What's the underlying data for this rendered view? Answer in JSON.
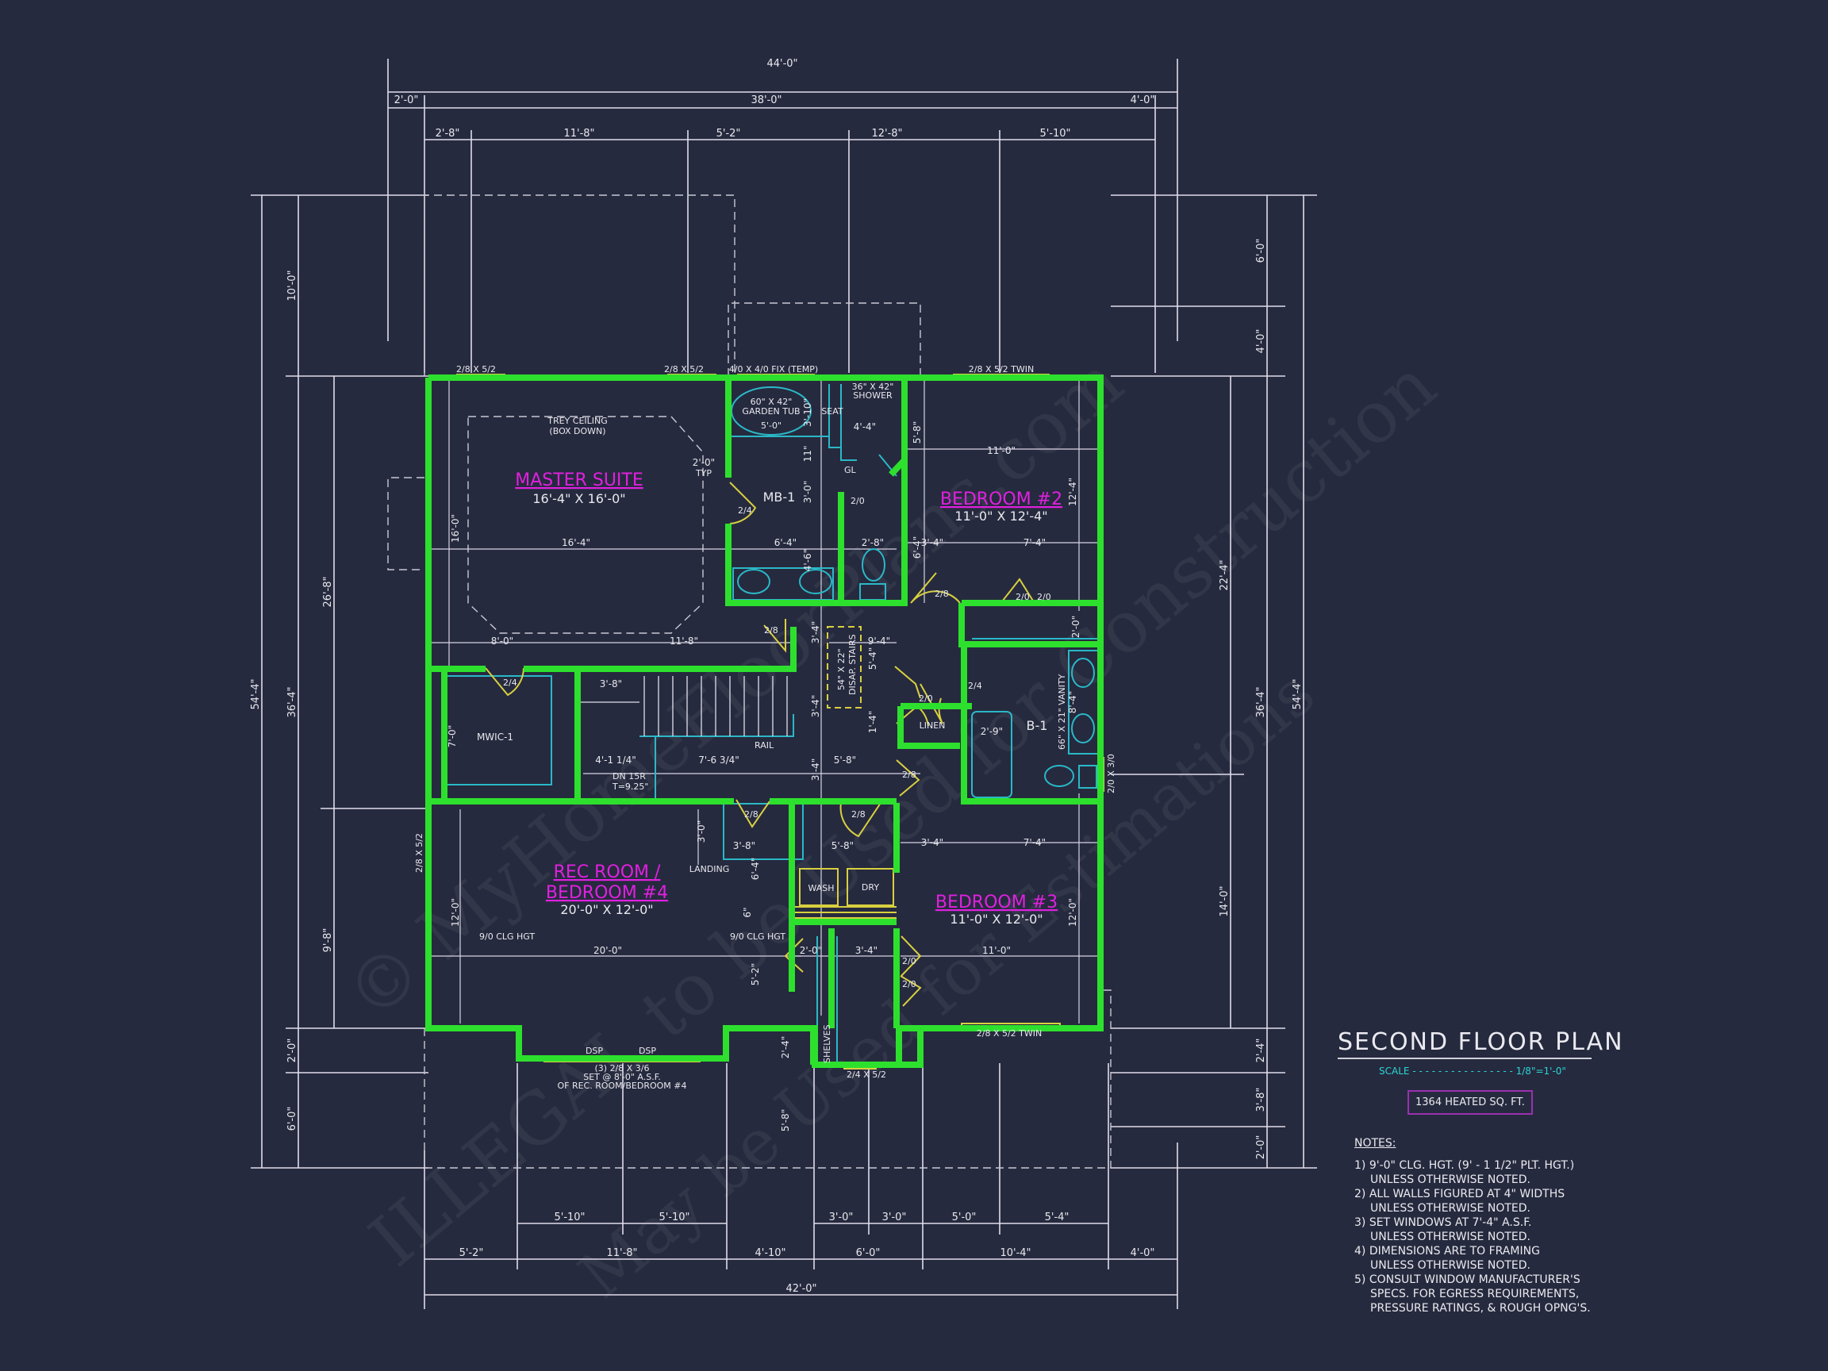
{
  "title_block": {
    "plan_title": "SECOND FLOOR PLAN",
    "scale_label": "SCALE",
    "scale_value": "1/8\"=1'-0\"",
    "heated_sqft": "1364 HEATED SQ. FT."
  },
  "notes": {
    "title": "NOTES:",
    "items": [
      {
        "line1": "1) 9'-0\"  CLG. HGT. (9' - 1 1/2\" PLT. HGT.)",
        "line2": "UNLESS OTHERWISE NOTED."
      },
      {
        "line1": "2) ALL  WALLS FIGURED AT 4\" WIDTHS",
        "line2": "UNLESS OTHERWISE NOTED."
      },
      {
        "line1": "3) SET WINDOWS AT 7'-4\" A.S.F.",
        "line2": "UNLESS OTHERWISE NOTED."
      },
      {
        "line1": "4) DIMENSIONS ARE TO FRAMING",
        "line2": "UNLESS OTHERWISE NOTED."
      },
      {
        "line1": "5) CONSULT WINDOW MANUFACTURER'S",
        "line2": "SPECS. FOR EGRESS REQUIREMENTS,",
        "line3": "PRESSURE RATINGS, & ROUGH OPNG'S."
      }
    ]
  },
  "rooms": {
    "master_suite": {
      "name": "MASTER SUITE",
      "size": "16'-4\" X 16'-0\""
    },
    "bedroom2": {
      "name": "BEDROOM #2",
      "size": "11'-0\" X 12'-4\""
    },
    "bedroom3": {
      "name": "BEDROOM #3",
      "size": "11'-0\" X 12'-0\""
    },
    "rec_room": {
      "name1": "REC ROOM /",
      "name2": "BEDROOM #4",
      "size": "20'-0\" X 12'-0\""
    },
    "mb1": "MB-1",
    "b1": "B-1",
    "mwic1": "MWIC-1",
    "linen": "LINEN",
    "wash": "WASH",
    "dry": "DRY",
    "shelves": "SHELVES",
    "landing": "LANDING",
    "rail": "RAIL"
  },
  "fixtures": {
    "trey_ceiling_1": "TREY CEILING",
    "trey_ceiling_2": "(BOX DOWN)",
    "tub_1": "60\" X 42\"",
    "tub_2": "GARDEN TUB",
    "tub_3": "5'-0\"",
    "shower_1": "36\" X 42\"",
    "shower_2": "SHOWER",
    "seat": "SEAT",
    "vanity": "66\" X 21\" VANITY",
    "disap_stairs_1": "54\" X 22\"",
    "disap_stairs_2": "DISAP. STAIRS",
    "dn_stairs_1": "DN 15R",
    "dn_stairs_2": "T=9.25\"",
    "clg_hgt": "9/0 CLG HGT",
    "typ": "TYP",
    "gl": "GL",
    "dsp": "DSP",
    "rec_window_1": "(3) 2/8 X 3/6",
    "rec_window_2": "SET @ 8'-0\" A.S.F.",
    "rec_window_3": "OF REC. ROOM/BEDROOM #4"
  },
  "windows": {
    "w1": "2/8 X 5/2",
    "w2": "2/8 X 5/2",
    "w3": "4/0 X 4/0 FIX (TEMP)",
    "w4": "2/8 X 5/2 TWIN",
    "w5": "2/8 X 5/2",
    "w6": "2/0 X 3/0",
    "w7": "2/8 X 5/2 TWIN",
    "w8": "2/4 X 5/2"
  },
  "doors": {
    "d24a": "2/4",
    "d24b": "2/4",
    "d24c": "2/4",
    "d20a": "2/0",
    "d20b": "2/0",
    "d20c": "2/0",
    "d20d": "2/0",
    "d20e": "2/0",
    "d20f": "2/0",
    "d28a": "2/8",
    "d28b": "2/8",
    "d28c": "2/8",
    "d28d": "2/8",
    "d28e": "2/8"
  },
  "dimensions": {
    "top_overall": "44'-0\"",
    "top_row2": [
      "2'-0\"",
      "38'-0\"",
      "4'-0\""
    ],
    "top_row3": [
      "2'-8\"",
      "11'-8\"",
      "5'-2\"",
      "12'-8\"",
      "5'-10\""
    ],
    "bottom_overall": "42'-0\"",
    "bottom_row2": [
      "5'-2\"",
      "11'-8\"",
      "4'-10\"",
      "6'-0\"",
      "10'-4\"",
      "4'-0\""
    ],
    "bottom_row3": [
      "5'-10\"",
      "5'-10\"",
      "3'-0\"",
      "3'-0\"",
      "5'-0\"",
      "5'-4\""
    ],
    "left_overall": "54'-4\"",
    "left_row2": [
      "10'-0\"",
      "36'-4\"",
      "2'-0\"",
      "6'-0\""
    ],
    "left_row3": [
      "26'-8\"",
      "9'-8\""
    ],
    "right_overall": "54'-4\"",
    "right_row2": [
      "6'-0\"",
      "4'-0\"",
      "36'-4\"",
      "2'-4\"",
      "3'-8\"",
      "2'-0\""
    ],
    "right_row3": [
      "22'-4\"",
      "14'-0\""
    ],
    "interior": {
      "ms_w": "16'-4\"",
      "ms_h": "16'-0\"",
      "ms_typ": "2'-0\"",
      "mb_tub": "3'-10\"",
      "mb_11": "11\"",
      "mb_30": "3'-0\"",
      "mb_w": "6'-4\"",
      "mb_46": "4'-6\"",
      "mb_wc": "2'-8\"",
      "mb_sh": "4'-4\"",
      "b2_w": "11'-0\"",
      "b2_h": "12'-4\"",
      "b2_58": "5'-8\"",
      "b2_64": "6'-4\"",
      "b2_34": "3'-4\"",
      "b2_74": "7'-4\"",
      "b2_20": "2'-0\"",
      "h_80": "8'-0\"",
      "h_118": "11'-8\"",
      "h_34a": "3'-4\"",
      "h_94": "9'-4\"",
      "h_54": "5'-4\"",
      "h_34b": "3'-4\"",
      "h_14": "1'-4\"",
      "h_34c": "3'-4\"",
      "h_58": "5'-8\"",
      "st_38": "3'-8\"",
      "st_4114": "4'-1 1/4\"",
      "st_7634": "7'-6 3/4\"",
      "mw_70": "7'-0\"",
      "b1_29": "2'-9\"",
      "b1_84": "8'-4\"",
      "rr_w": "20'-0\"",
      "rr_h": "12'-0\"",
      "rr_30": "3'-0\"",
      "rr_38": "3'-8\"",
      "rr_64": "6'-4\"",
      "rr_6": "6\"",
      "rr_52": "5'-2\"",
      "ld_58": "5'-8\"",
      "ld_20": "2'-0\"",
      "ld_34": "3'-4\"",
      "b3_w": "11'-0\"",
      "b3_h": "12'-0\"",
      "b3_34": "3'-4\"",
      "b3_74": "7'-4\"",
      "ext_24": "2'-4\"",
      "ext_58": "5'-8\""
    }
  },
  "watermarks": [
    "© MyHomeFloorPlans.com",
    "ILLEGAL to be Used for Construction",
    "May be Used for Estimations"
  ],
  "colors": {
    "background": "#262a3e",
    "walls": "#2ee02e",
    "room_labels": "#e020e0",
    "fixtures": "#2ab8c8",
    "doors_windows": "#d8d040",
    "dimension_lines": "#e8e8ee",
    "scale_text": "#2ad4d4",
    "sqft_border": "#9a30b0"
  }
}
